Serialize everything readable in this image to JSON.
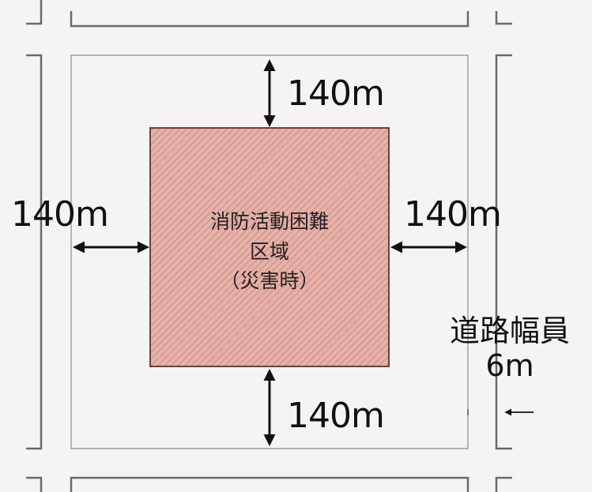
{
  "distances": {
    "top": "140m",
    "left": "140m",
    "right": "140m",
    "bottom": "140m"
  },
  "zone": {
    "line1": "消防活動困難",
    "line2": "区域",
    "line3": "（災害時）",
    "fill_color": "#e6b1a8",
    "hatch_color": "#c98a80",
    "border_color": "#6b4040"
  },
  "road": {
    "label": "道路幅員",
    "width": "6m"
  },
  "colors": {
    "background": "#f4f4f4",
    "block_edge": "#6a6a6a",
    "arrow": "#111111"
  }
}
